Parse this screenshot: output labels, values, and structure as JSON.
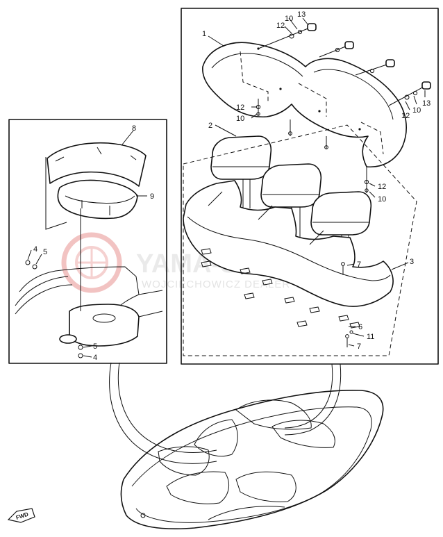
{
  "watermark": {
    "main": "YAMA-SKLEP.PL",
    "sub": "WOJCIECHOWICZ DEALER YAMAHA",
    "brand_color": "#e27a78"
  },
  "direction_badge": {
    "label": "FWD",
    "icon": "arrow-badge"
  },
  "callouts": {
    "c1": "1",
    "c2": "2",
    "c3": "3",
    "c4a": "4",
    "c4b": "4",
    "c5a": "5",
    "c5b": "5",
    "c6": "6",
    "c7a": "7",
    "c7b": "7",
    "c8": "8",
    "c9": "9",
    "c10a": "10",
    "c10b": "10",
    "c10c": "10",
    "c10d": "10",
    "c11": "11",
    "c12a": "12",
    "c12b": "12",
    "c12c": "12",
    "c12d": "12",
    "c13a": "13",
    "c13b": "13"
  }
}
